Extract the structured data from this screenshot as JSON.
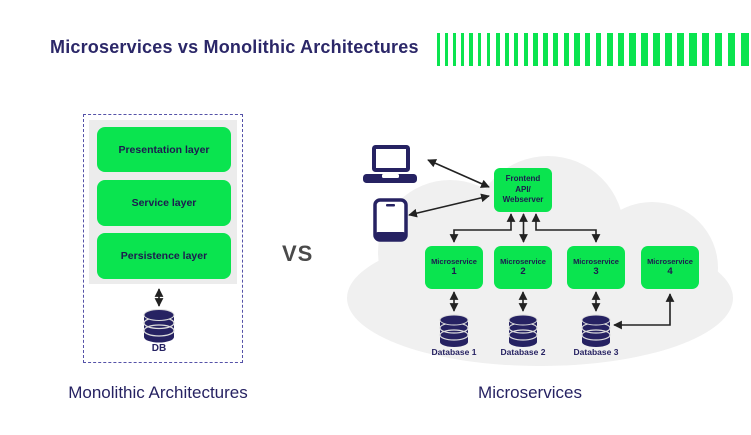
{
  "title": "Microservices vs Monolithic Architectures",
  "vs_label": "VS",
  "decoration": {
    "bar_count": 30,
    "bar_color": "#0ae44f"
  },
  "monolith": {
    "caption": "Monolithic Architectures",
    "layers": [
      "Presentation layer",
      "Service layer",
      "Persistence layer"
    ],
    "db_label": "DB"
  },
  "micro": {
    "caption": "Microservices",
    "frontend": {
      "lines": [
        "Frontend",
        "API/",
        "Webserver"
      ]
    },
    "services": [
      {
        "name": "Microservice",
        "number": "1"
      },
      {
        "name": "Microservice",
        "number": "2"
      },
      {
        "name": "Microservice",
        "number": "3"
      },
      {
        "name": "Microservice",
        "number": "4"
      }
    ],
    "databases": [
      "Database 1",
      "Database 2",
      "Database 3"
    ]
  },
  "icons": {
    "laptop": "laptop-icon",
    "smartphone": "smartphone-icon",
    "database": "database-icon"
  },
  "colors": {
    "green": "#0ae44f",
    "navy": "#262262",
    "cloud": "#f0f0f0",
    "panel": "#ececec",
    "dashed_border": "#5552a8",
    "arrow": "#222222",
    "vs_text": "#4a4a4a"
  }
}
